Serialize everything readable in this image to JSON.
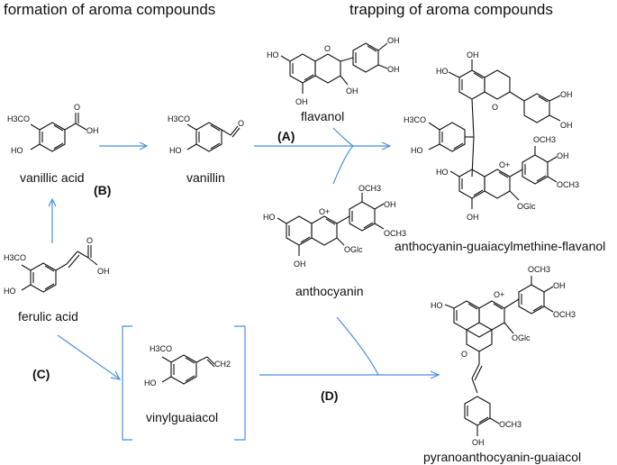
{
  "headings": {
    "left": "formation of aroma compounds",
    "right": "trapping of aroma compounds"
  },
  "compounds": {
    "vanillic_acid": "vanillic acid",
    "vanillin": "vanillin",
    "ferulic_acid": "ferulic acid",
    "vinylguaiacol": "vinylguaiacol",
    "flavanol": "flavanol",
    "anthocyanin": "anthocyanin",
    "adduct": "anthocyanin-guaiacylmethine-flavanol",
    "pyrano": "pyranoanthocyanin-guaiacol"
  },
  "pathways": {
    "A": "(A)",
    "B": "(B)",
    "C": "(C)",
    "D": "(D)"
  },
  "atoms": {
    "OH": "OH",
    "O": "O",
    "H3CO": "H3CO",
    "HO": "HO",
    "OCH3": "OCH3",
    "OGlc": "OGlc",
    "O_plus": "O+",
    "CH2": "CH2"
  },
  "colors": {
    "arrow": "#4a8ee0",
    "structure": "#111111"
  }
}
